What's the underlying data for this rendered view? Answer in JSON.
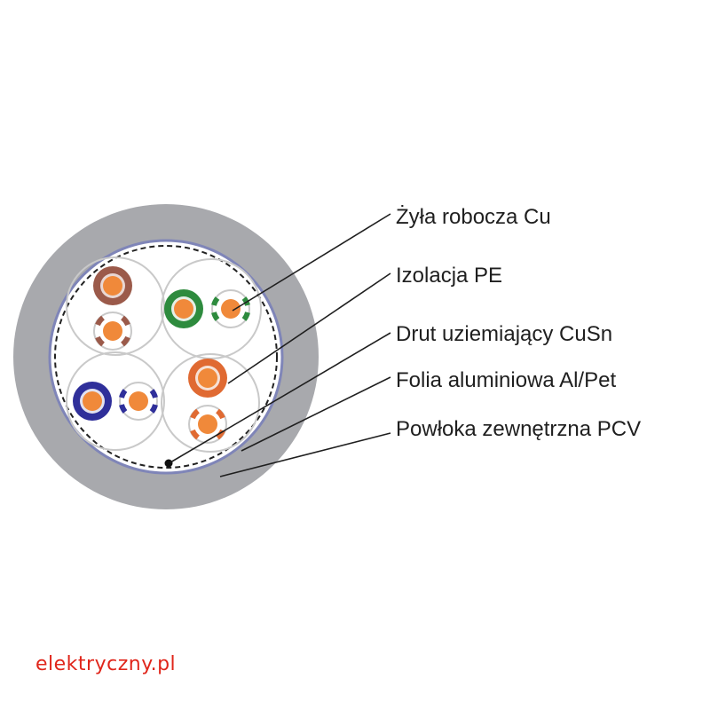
{
  "labels": {
    "conductor": "Żyła robocza Cu",
    "insulation": "Izolacja PE",
    "drain_wire": "Drut uziemiający CuSn",
    "foil": "Folia aluminiowa Al/Pet",
    "jacket": "Powłoka zewnętrzna PCV"
  },
  "watermark": "elektryczny.pl",
  "colors": {
    "jacket": "#a8a9ad",
    "foil_line": "#7f85b8",
    "core": "#f0893a",
    "pair1": "#9b5a4a",
    "pair2": "#2e8b3e",
    "pair3": "#2f2f9a",
    "pair4": "#e06a32",
    "pair_outline": "#c9c9c9",
    "leader": "#1f1f1f"
  }
}
